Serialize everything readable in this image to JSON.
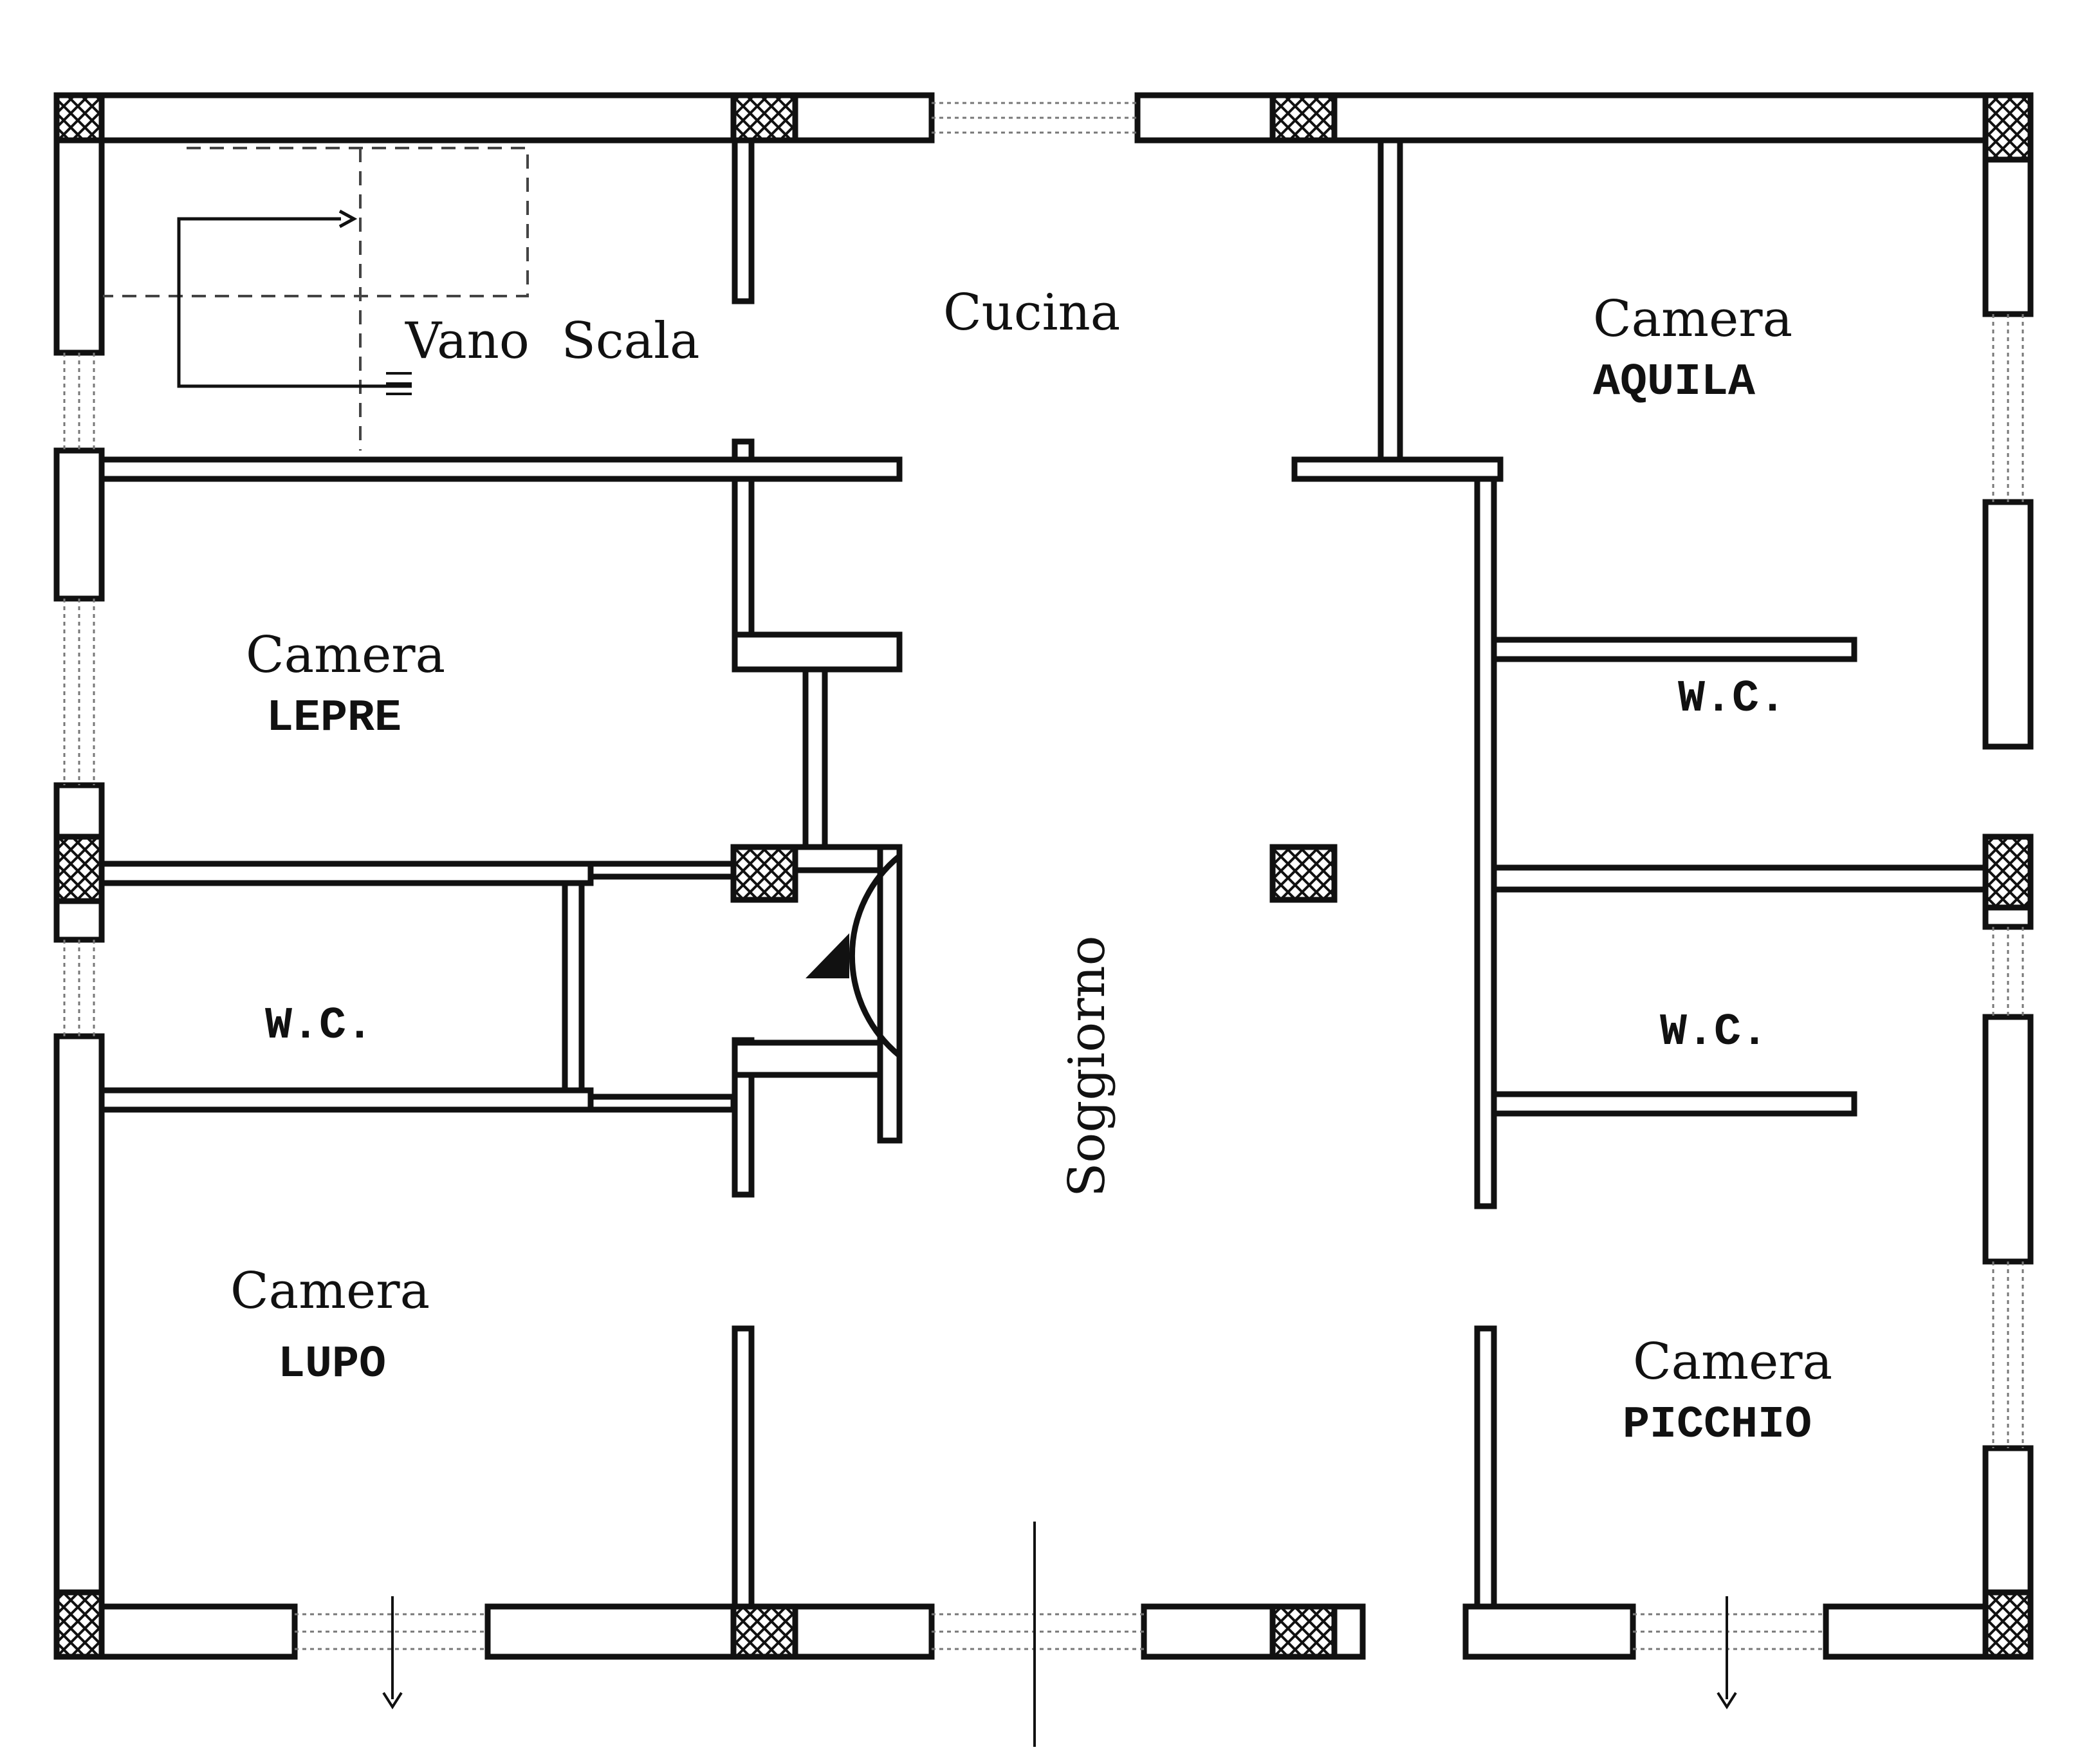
{
  "floor_plan": {
    "rooms": {
      "stair": "Vano  Scala",
      "kitchen": "Cucina",
      "aquila_line1": "Camera",
      "aquila_line2": "AQUILA",
      "lepre_line1": "Camera",
      "lepre_line2": "LEPRE",
      "wc_left": "W.C.",
      "wc_right_top": "W.C.",
      "wc_right_bottom": "W.C.",
      "living": "Soggiorno",
      "lupo_line1": "Camera",
      "lupo_line2": "LUPO",
      "picchio_line1": "Camera",
      "picchio_line2": "PICCHIO"
    }
  }
}
